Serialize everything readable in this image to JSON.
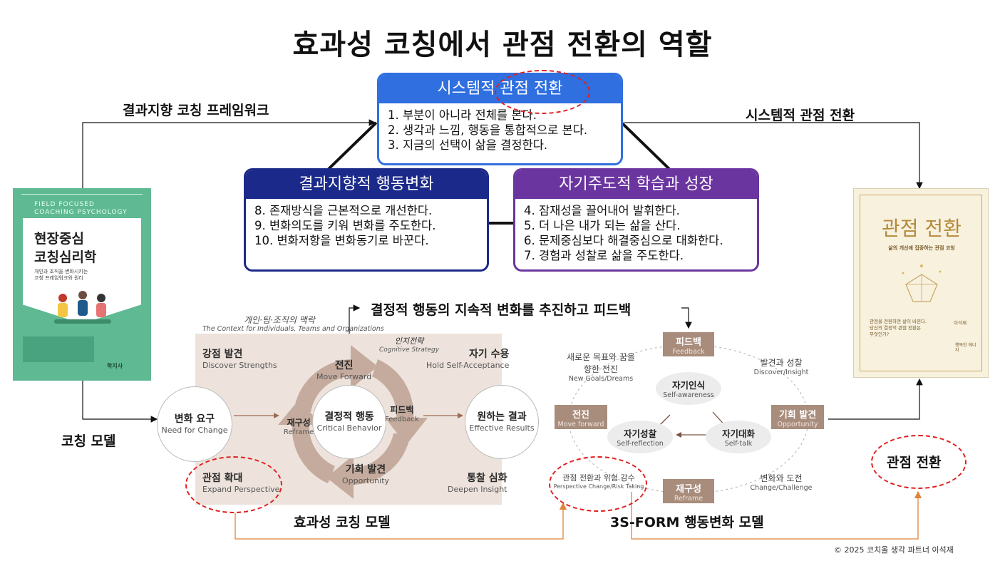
{
  "title": "효과성 코칭에서 관점 전환의 역할",
  "labels": {
    "framework": "결과지향 코칭 프레임워크",
    "system_right": "시스템적 관점 전환",
    "coaching_model": "코칭 모델",
    "effect_model": "효과성 코칭 모델",
    "form_model": "3S-FORM 행동변화 모델",
    "feedback_drive": "결정적 행동의 지속적 변화를 추진하고 피드백",
    "perspective_shift": "관점 전환",
    "copyright": "© 2025 코치올 생각 파트너 이석재"
  },
  "boxes": {
    "system": {
      "title": "시스템적 관점 전환",
      "color": "#2f6fe0",
      "items": [
        "1. 부분이 아니라 전체를 본다.",
        "2. 생각과 느낌, 행동을 통합적으로 본다.",
        "3. 지금의 선택이 삶을 결정한다."
      ]
    },
    "result": {
      "title": "결과지향적 행동변화",
      "color": "#1b2a8a",
      "items": [
        "8. 존재방식을 근본적으로 개선한다.",
        "9. 변화의도를 키워 변화를 주도한다.",
        "10. 변화저항을 변화동기로 바꾼다."
      ]
    },
    "self": {
      "title": "자기주도적 학습과 성장",
      "color": "#6b35a0",
      "items": [
        "4. 잠재성을 끌어내어 발휘한다.",
        "5. 더 나은 내가 되는 삶을 산다.",
        "6. 문제중심보다 해결중심으로 대화한다.",
        "7. 경험과 성찰로 삶을 주도한다."
      ]
    }
  },
  "book_left": {
    "en_title_1": "FIELD FOCUSED",
    "en_title_2": "COACHING PSYCHOLOGY",
    "title_1": "현장중심",
    "title_2": "코칭심리학",
    "subtitle_1": "개인과 조직을 변화시키는",
    "subtitle_2": "코칭 프레임워크와 원리",
    "publisher": "학지사"
  },
  "book_right": {
    "title": "관점 전환",
    "subtitle": "삶의 개선에 집중하는 관점 코칭",
    "quote_1": "관점을 전환하면 삶이 바뀐다.",
    "quote_2": "당신의 결정적 관점 전환은",
    "quote_3": "무엇인가?",
    "author": "이석재",
    "publisher": "행복한 에너지"
  },
  "effect_model": {
    "context_ko": "개인·팀·조직의 맥락",
    "context_en": "The Context for Individuals, Teams and Organizations",
    "strengths_ko": "강점 발견",
    "strengths_en": "Discover Strengths",
    "acceptance_ko": "자기 수용",
    "acceptance_en": "Hold Self-Acceptance",
    "expand_ko": "관점 확대",
    "expand_en": "Expand Perspective",
    "insight_ko": "통찰 심화",
    "insight_en": "Deepen Insight",
    "need_ko": "변화 요구",
    "need_en": "Need for Change",
    "critical_ko": "결정적 행동",
    "critical_en": "Critical Behavior",
    "results_ko": "원하는 결과",
    "results_en": "Effective Results",
    "forward_ko": "전진",
    "forward_en": "Move Forward",
    "feedback_ko": "피드백",
    "feedback_en": "Feedback",
    "reframe_ko": "재구성",
    "reframe_en": "Reframe",
    "opportunity_ko": "기회 발견",
    "opportunity_en": "Opportunity",
    "cognitive_ko": "인지전략",
    "cognitive_en": "Cognitive Strategy"
  },
  "form_model": {
    "feedback_ko": "피드백",
    "feedback_en": "Feedback",
    "forward_ko": "전진",
    "forward_en": "Move forward",
    "opportunity_ko": "기회 발견",
    "opportunity_en": "Opportunity",
    "reframe_ko": "재구성",
    "reframe_en": "Reframe",
    "awareness_ko": "자기인식",
    "awareness_en": "Self-awareness",
    "reflection_ko": "자기성찰",
    "reflection_en": "Self-reflection",
    "talk_ko": "자기대화",
    "talk_en": "Self-talk",
    "goals_ko_1": "새로운 목표와 꿈을",
    "goals_ko_2": "향한 전진",
    "goals_en": "New Goals/Dreams",
    "discover_ko": "발견과 성찰",
    "discover_en": "Discover/Insight",
    "risk_ko": "관점 전환과 위험 감수",
    "risk_en": "Perspective Change/Risk Taking",
    "challenge_ko": "변화와 도전",
    "challenge_en": "Change/Challenge"
  },
  "colors": {
    "arrow_orange": "#e0843a",
    "dashed_red": "#e02020",
    "book_green": "#5fb993",
    "brown": "#a88c7c"
  }
}
